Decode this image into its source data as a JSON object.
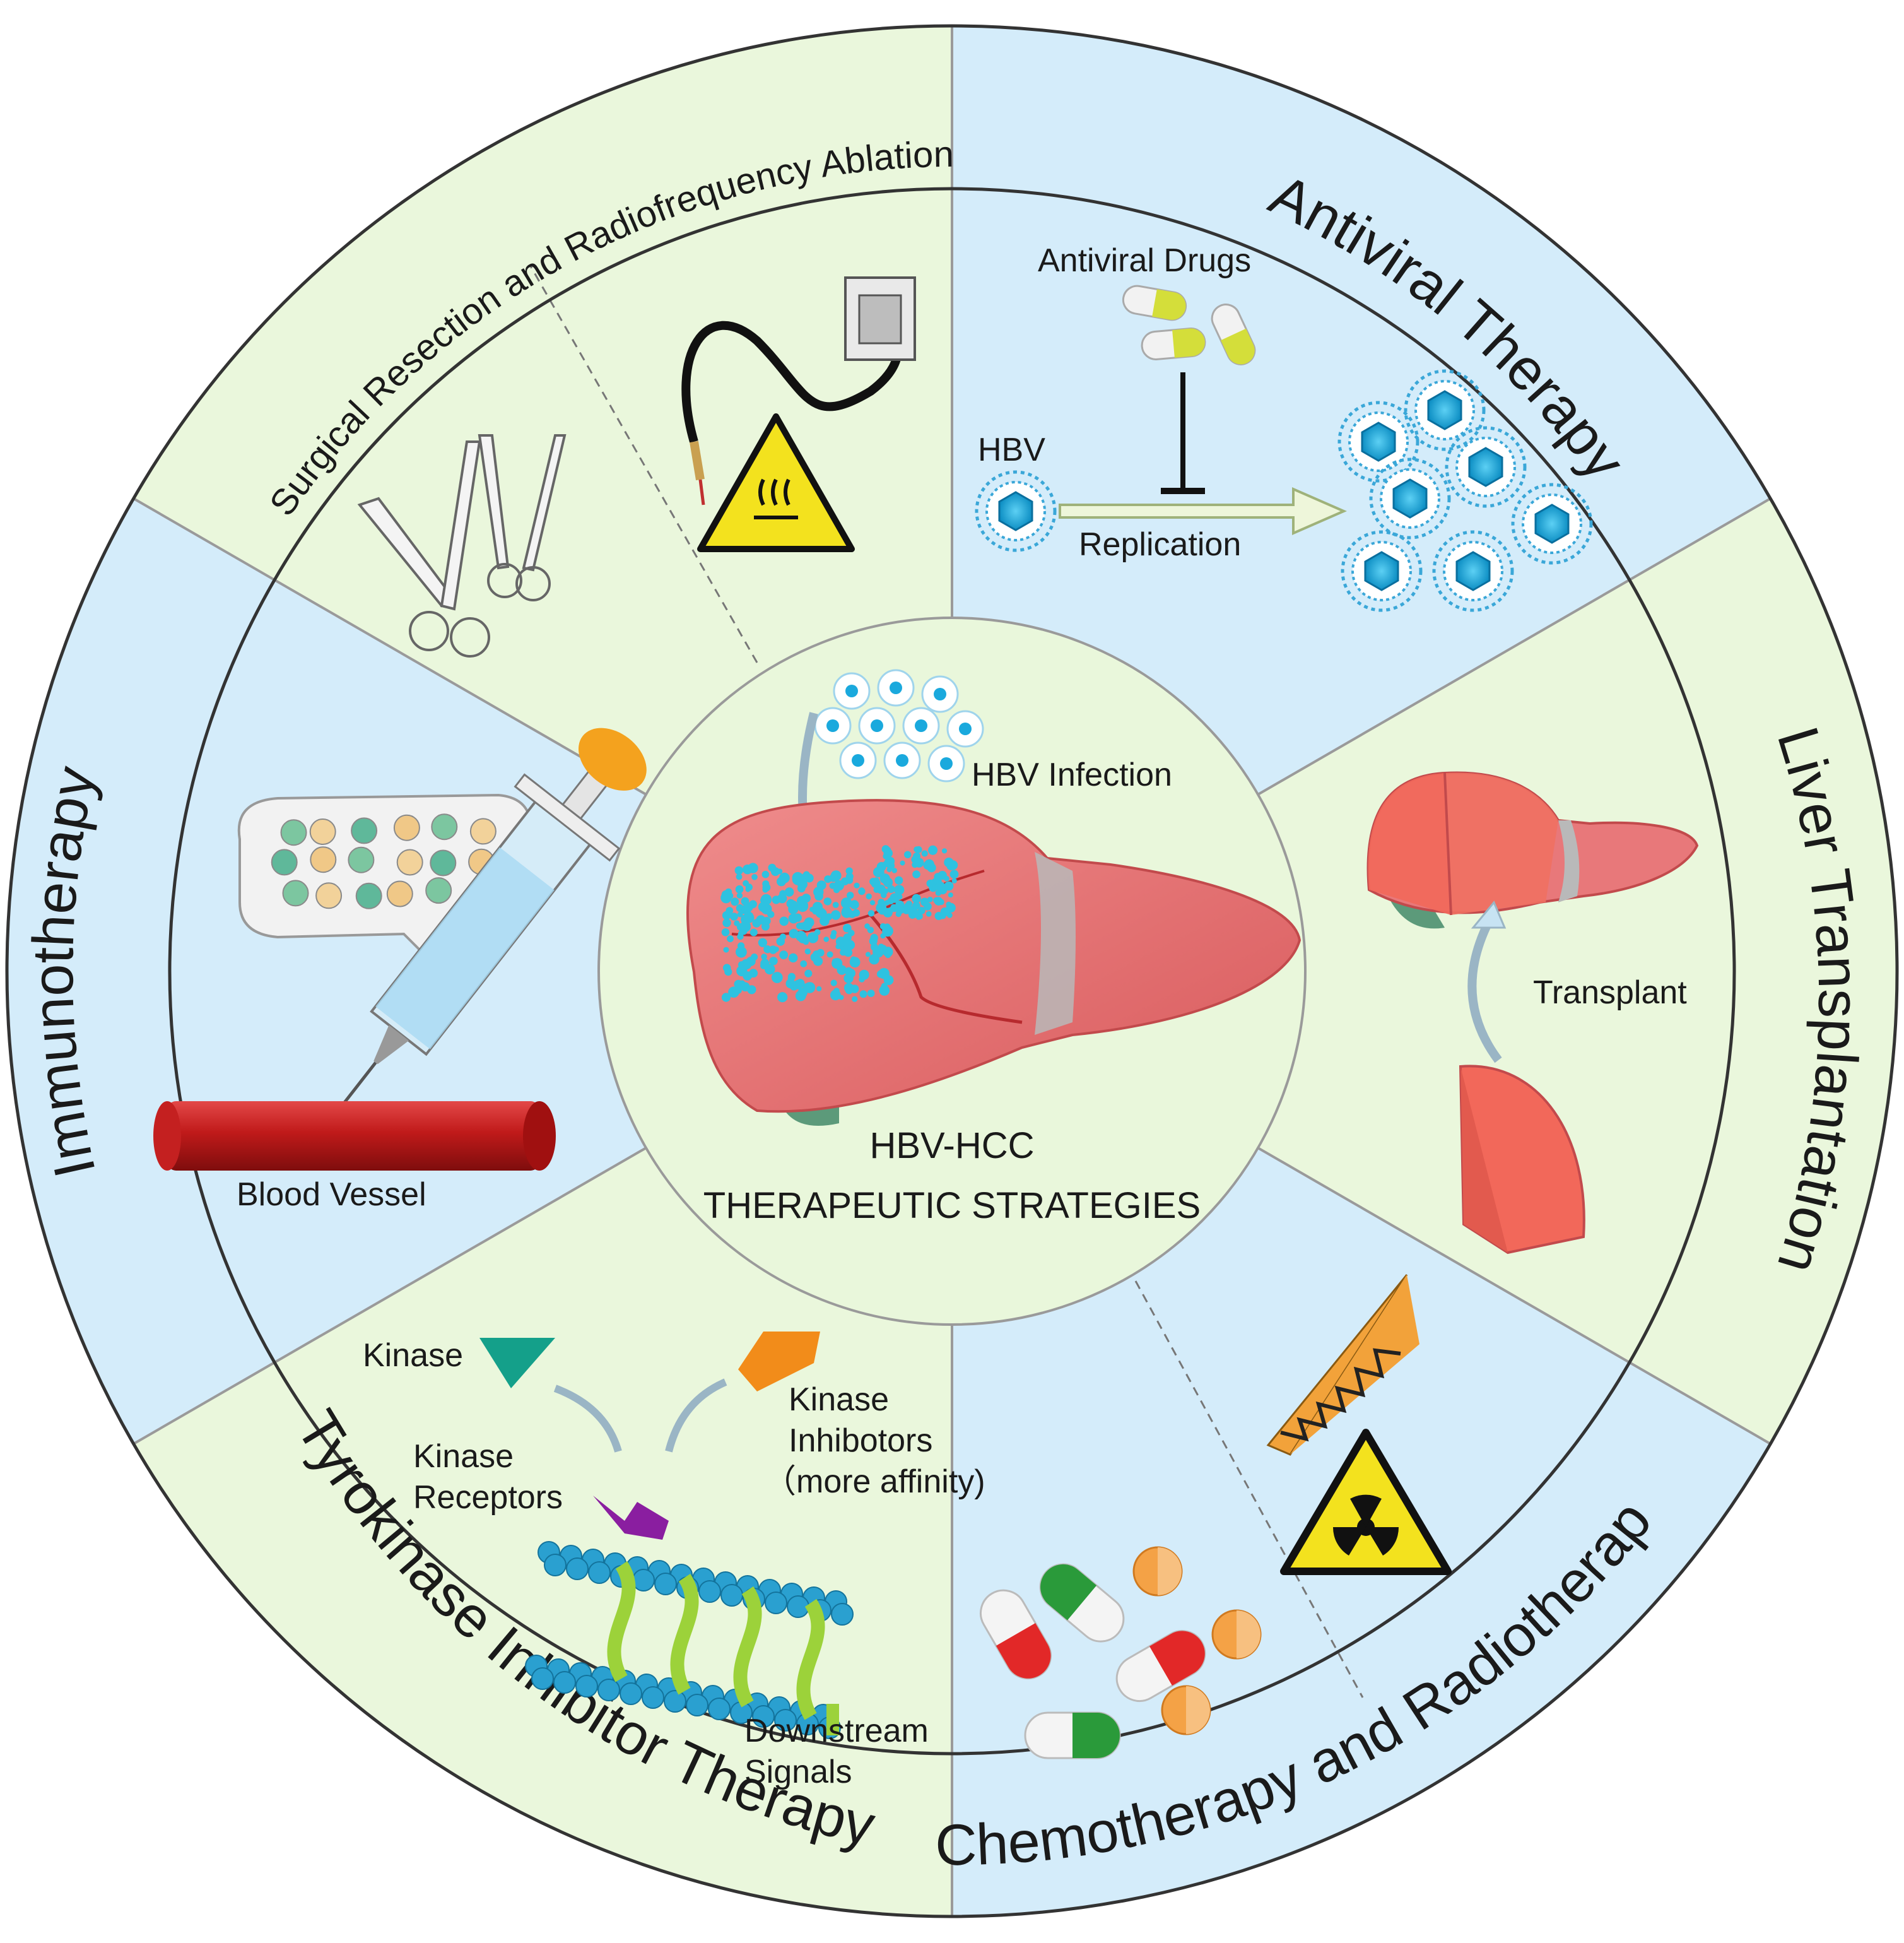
{
  "segments": {
    "surgical": "Surgical Resection and Radiofrequency Ablation",
    "antiviral": "Antiviral Therapy",
    "transplantation": "Liver Transplantation",
    "chemo_radio": "Chemotherapy and Radiotherapy",
    "tki": "Tyrokinase Inhibitor Therapy",
    "immunotherapy": "Immunotherapy"
  },
  "labels": {
    "antiviral_drugs": "Antiviral Drugs",
    "hbv": "HBV",
    "replication": "Replication",
    "hbv_infection": "HBV Infection",
    "transplant": "Transplant",
    "blood_vessel": "Blood Vessel",
    "kinase": "Kinase",
    "kinase_receptors_1": "Kinase",
    "kinase_receptors_2": "Receptors",
    "kinase_inhibitors_1": "Kinase",
    "kinase_inhibitors_2": "Inhibotors",
    "kinase_inhibitors_3": "（more affinity)",
    "downstream_1": "Downstream",
    "downstream_2": "Signals"
  },
  "center": {
    "title_line1": "HBV-HCC",
    "title_line2": "THERAPEUTIC STRATEGIES"
  },
  "colors": {
    "blue_sector": "#d4ecfa",
    "green_sector": "#eaf7dc",
    "center_fill": "#e9f7db",
    "liver": "#e8787a",
    "virus": "#1aa9dd",
    "ring_line": "#333333"
  },
  "icons": [
    "scissors-icon",
    "forceps-icon",
    "ablation-probe-icon",
    "heat-warning-icon",
    "capsule-icon",
    "virus-icon",
    "syringe-icon",
    "blood-vessel-icon",
    "kinase-icon",
    "kinase-inhibitor-icon",
    "cell-membrane-icon",
    "pill-icon",
    "radiation-warning-icon",
    "radiation-wave-icon",
    "liver-icon"
  ]
}
